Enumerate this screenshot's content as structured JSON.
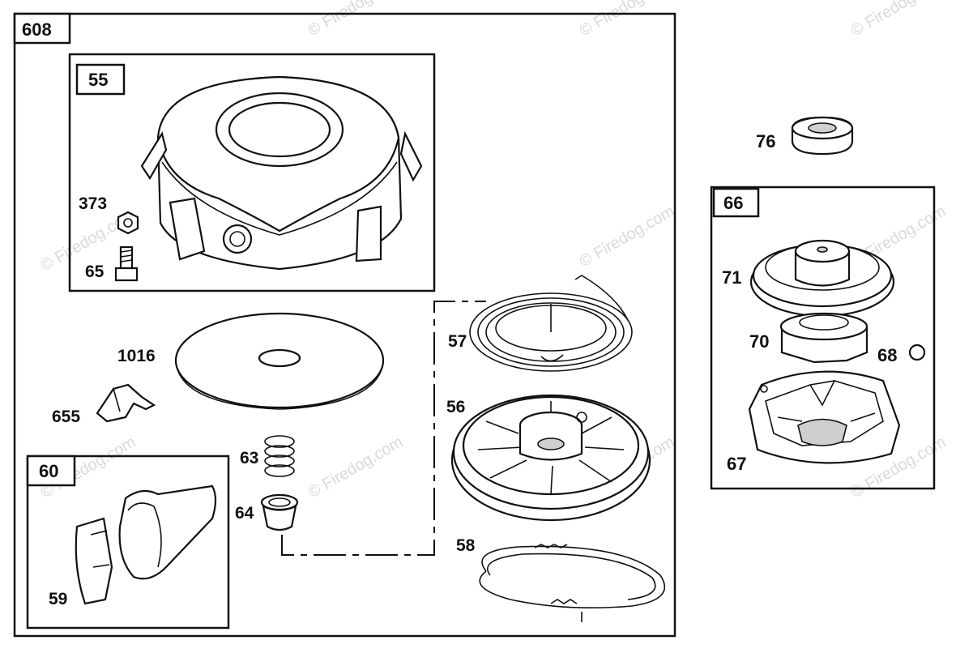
{
  "watermark": "© Firedog.com",
  "groups": {
    "main": "608",
    "housing": "55",
    "handle": "60",
    "clutch": "66"
  },
  "parts": {
    "p373": "373",
    "p65": "65",
    "p1016": "1016",
    "p655": "655",
    "p63": "63",
    "p64": "64",
    "p59": "59",
    "p57": "57",
    "p56": "56",
    "p58": "58",
    "p76": "76",
    "p71": "71",
    "p70": "70",
    "p68": "68",
    "p67": "67"
  }
}
